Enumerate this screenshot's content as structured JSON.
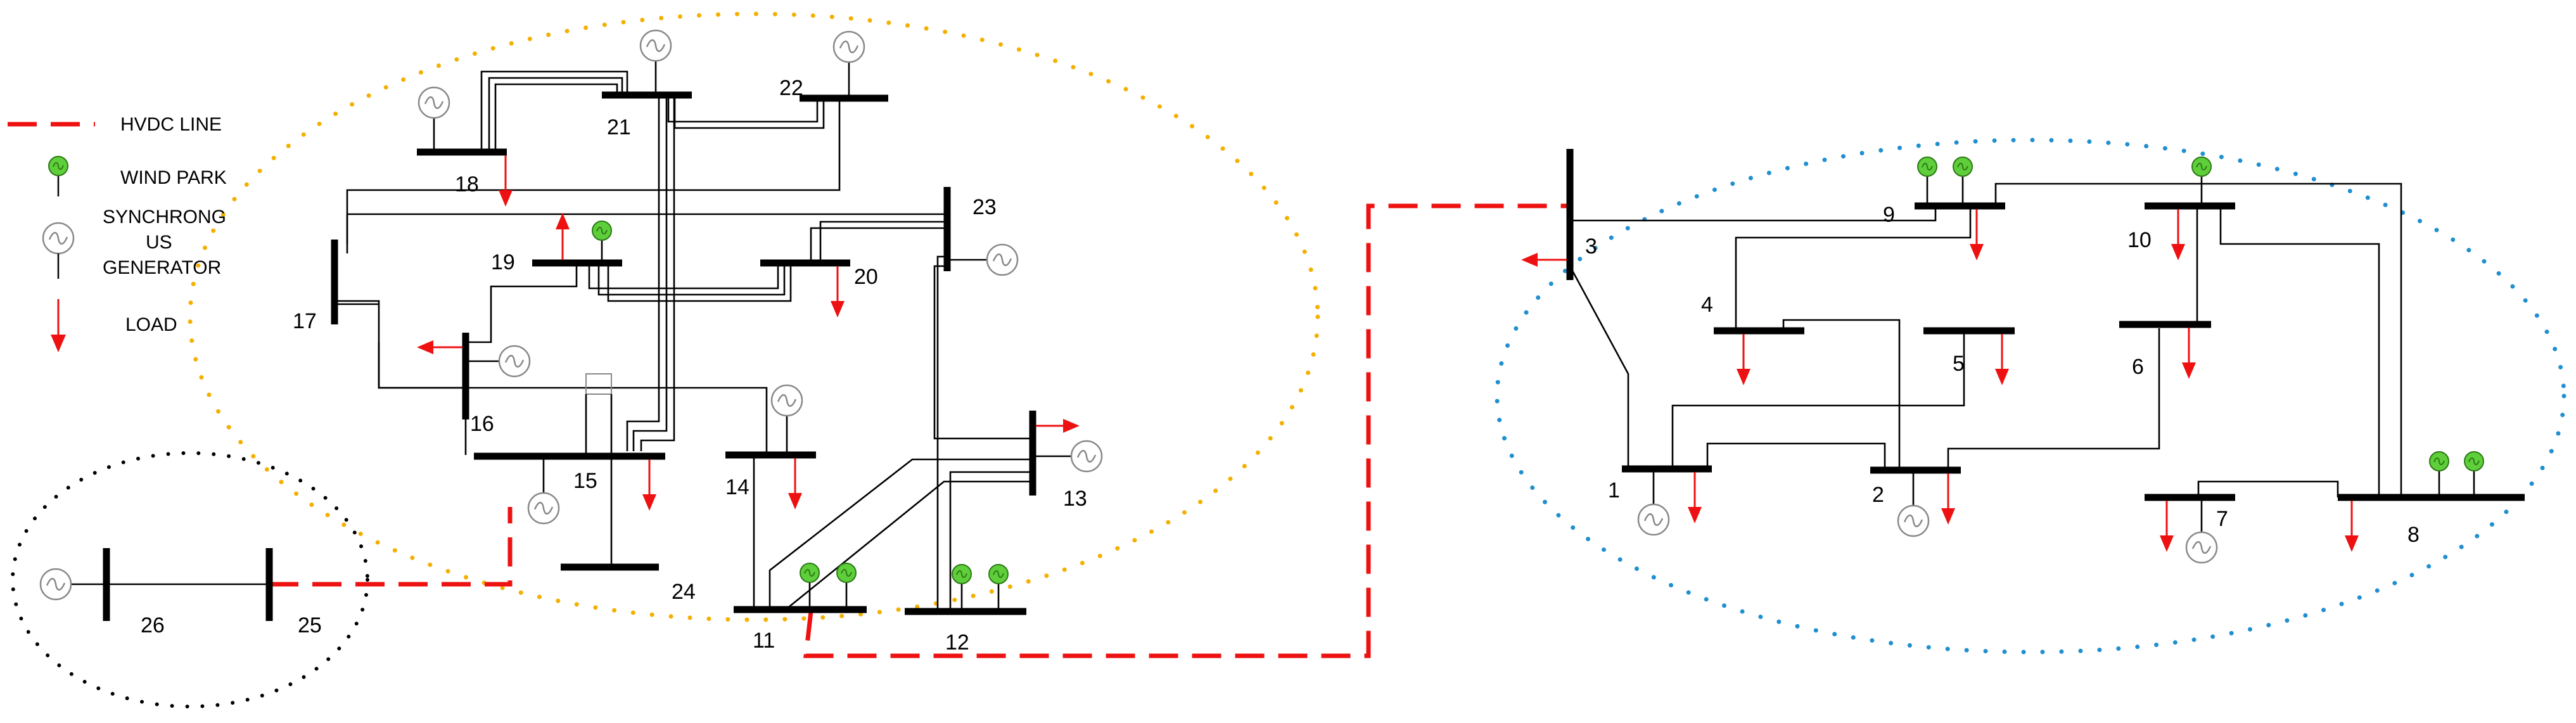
{
  "legend": {
    "hvdc": "HVDC LINE",
    "wind": "WIND PARK",
    "sync_1": "SYNCHRONG",
    "sync_2": "US",
    "sync_3": "GENERATOR",
    "load": "LOAD"
  },
  "buses": [
    "1",
    "2",
    "3",
    "4",
    "5",
    "6",
    "7",
    "8",
    "9",
    "10",
    "11",
    "12",
    "13",
    "14",
    "15",
    "16",
    "17",
    "18",
    "19",
    "20",
    "21",
    "22",
    "23",
    "24",
    "25",
    "26"
  ],
  "colors": {
    "hvdc": "#e11111",
    "load": "#e11111",
    "wind": "#5fce3b",
    "area_a": "#f4b000",
    "area_b": "#1f8fd0",
    "area_c": "#000000"
  }
}
